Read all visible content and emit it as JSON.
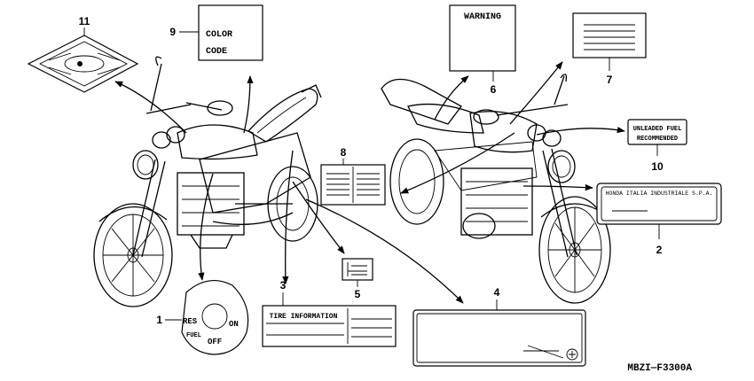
{
  "callouts": {
    "c1": "1",
    "c2": "2",
    "c3": "3",
    "c4": "4",
    "c5": "5",
    "c6": "6",
    "c7": "7",
    "c8": "8",
    "c9": "9",
    "c10": "10",
    "c11": "11"
  },
  "labels": {
    "color_code_line1": "COLOR",
    "color_code_line2": "CODE",
    "warning_title": "WARNING",
    "fuel_line1": "UNLEADED FUEL",
    "fuel_line2": "RECOMMENDED",
    "maker": "HONDA ITALIA INDUSTRIALE S.P.A.",
    "tire_title": "TIRE INFORMATION",
    "fuel_res": "RES",
    "fuel_on": "ON",
    "fuel_word": "FUEL",
    "fuel_off": "OFF"
  },
  "diagram_code": "MBZI—F3300A"
}
